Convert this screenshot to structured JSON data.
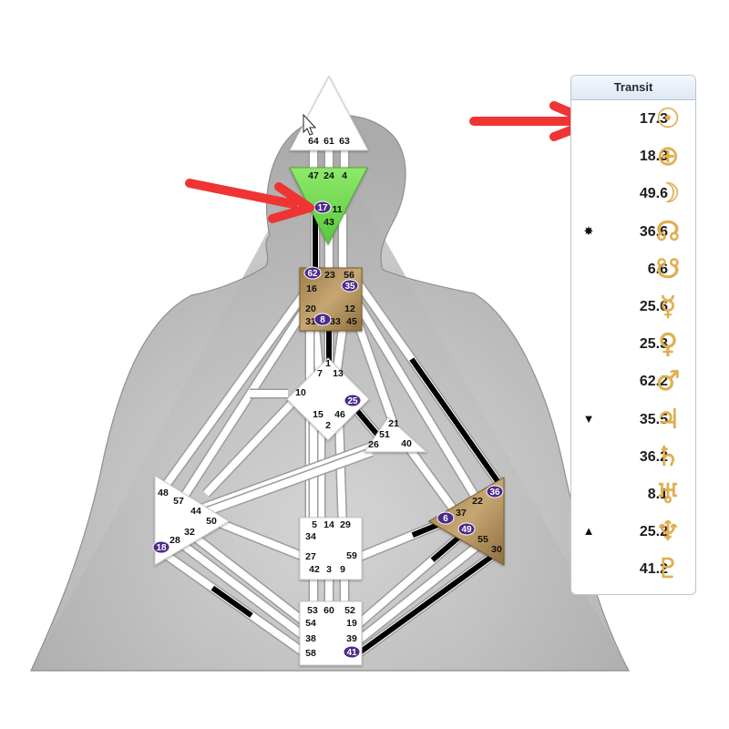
{
  "diagram": {
    "centers": {
      "head": [
        "64",
        "61",
        "63"
      ],
      "ajna": [
        "47",
        "24",
        "4",
        "11",
        "43"
      ],
      "ajna_active": [
        "17"
      ],
      "throat": [
        "23",
        "56",
        "16",
        "20",
        "12",
        "31",
        "33",
        "45"
      ],
      "throat_active": [
        "62",
        "35",
        "8"
      ],
      "g": [
        "1",
        "7",
        "13",
        "10",
        "15",
        "46",
        "2"
      ],
      "g_active": [
        "25"
      ],
      "heart": [
        "21",
        "51",
        "26",
        "40"
      ],
      "spleen": [
        "48",
        "57",
        "44",
        "50",
        "32",
        "28"
      ],
      "spleen_active": [
        "18"
      ],
      "solar_plexus": [
        "22",
        "37",
        "55",
        "30"
      ],
      "solar_plexus_active": [
        "36",
        "6",
        "49"
      ],
      "sacral": [
        "5",
        "14",
        "29",
        "34",
        "27",
        "59",
        "42",
        "3",
        "9"
      ],
      "root": [
        "53",
        "60",
        "52",
        "54",
        "19",
        "38",
        "39",
        "58"
      ],
      "root_active": [
        "41"
      ]
    },
    "colors": {
      "defined_head": "#ffffff",
      "defined_ajna": "#7ee05a",
      "defined_motor": "#b0905a",
      "badge": "#4b2a8c",
      "channel_active": "#000000",
      "arrow": "#ef3434"
    }
  },
  "transit": {
    "title": "Transit",
    "rows": [
      {
        "mark": "",
        "value": "17.3",
        "glyph": "☉",
        "icon": "sun-icon"
      },
      {
        "mark": "",
        "value": "18.3",
        "glyph": "⊕",
        "icon": "earth-icon"
      },
      {
        "mark": "",
        "value": "49.6",
        "glyph": "☽",
        "icon": "moon-icon"
      },
      {
        "mark": "✸",
        "value": "36.6",
        "glyph": "☊",
        "icon": "north-node-icon"
      },
      {
        "mark": "",
        "value": "6.6",
        "glyph": "☋",
        "icon": "south-node-icon"
      },
      {
        "mark": "",
        "value": "25.6",
        "glyph": "☿",
        "icon": "mercury-icon"
      },
      {
        "mark": "",
        "value": "25.3",
        "glyph": "♀",
        "icon": "venus-icon"
      },
      {
        "mark": "",
        "value": "62.2",
        "glyph": "♂",
        "icon": "mars-icon"
      },
      {
        "mark": "▼",
        "value": "35.5",
        "glyph": "♃",
        "icon": "jupiter-icon"
      },
      {
        "mark": "",
        "value": "36.2",
        "glyph": "♄",
        "icon": "saturn-icon"
      },
      {
        "mark": "",
        "value": "8.1",
        "glyph": "♅",
        "icon": "uranus-icon"
      },
      {
        "mark": "▲",
        "value": "25.2",
        "glyph": "♆",
        "icon": "neptune-icon"
      },
      {
        "mark": "",
        "value": "41.2",
        "glyph": "♇",
        "icon": "pluto-icon"
      }
    ]
  }
}
